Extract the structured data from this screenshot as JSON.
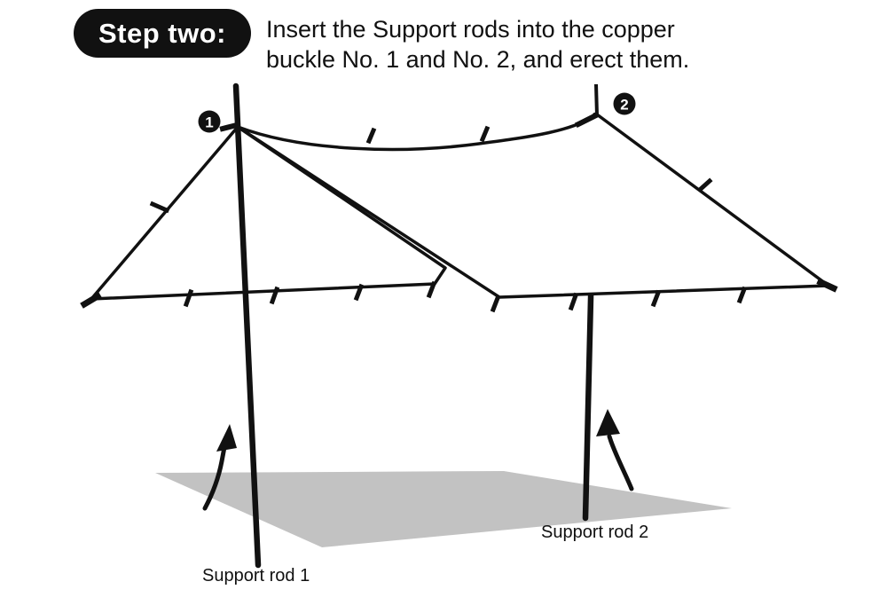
{
  "header": {
    "step_label": "Step two:",
    "instruction_line1": "Insert the Support rods into the copper",
    "instruction_line2": "buckle No. 1 and No. 2, and erect them."
  },
  "diagram": {
    "marker1": "1",
    "marker2": "2",
    "rod1_label": "Support rod 1",
    "rod2_label": "Support rod 2"
  },
  "colors": {
    "ink": "#111111",
    "ground_shadow": "#c2c2c2",
    "pill_background": "#111111",
    "pill_text": "#ffffff"
  }
}
